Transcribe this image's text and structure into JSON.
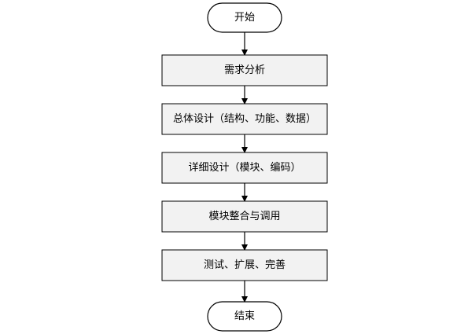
{
  "flowchart": {
    "start": "开始",
    "steps": [
      "需求分析",
      "总体设计（结构、功能、数据）",
      "详细设计（模块、编码）",
      "模块整合与调用",
      "测试、扩展、完善"
    ],
    "end": "结束"
  },
  "colors": {
    "box_fill": "#f2f2f2",
    "terminal_fill": "#ffffff",
    "stroke": "#000000"
  }
}
